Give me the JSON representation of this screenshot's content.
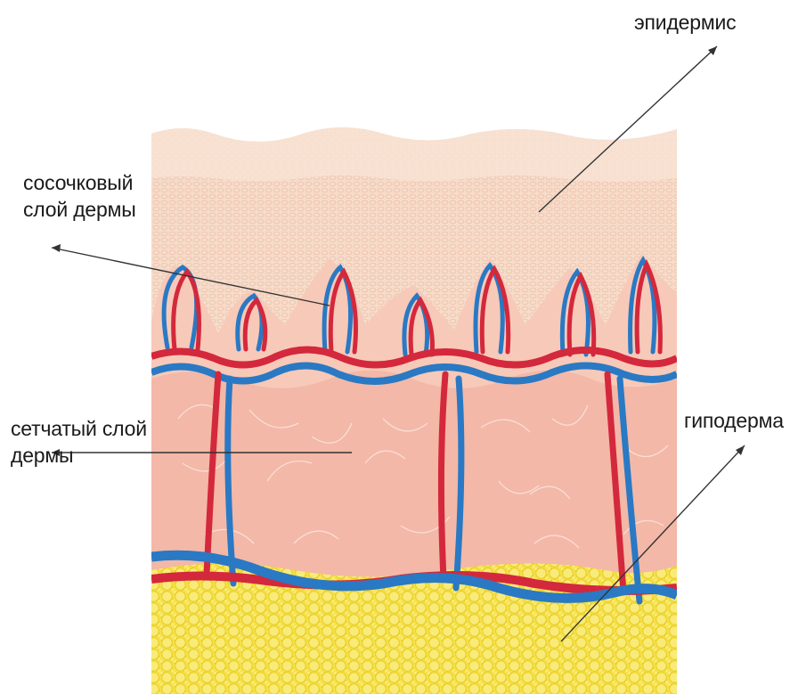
{
  "labels": {
    "epidermis": "эпидермис",
    "papillary_line1": "сосочковый",
    "papillary_line2": "слой дермы",
    "reticular_line1": "сетчатый слой",
    "reticular_line2": "дермы",
    "hypodermis": "гиподерма"
  },
  "colors": {
    "epidermis": "#f6dccb",
    "papillary": "#f7c9b8",
    "reticular": "#f3b8a8",
    "hypodermis": "#f5e047",
    "artery": "#d4283c",
    "vein": "#2a79c4",
    "pointer": "#333333"
  }
}
